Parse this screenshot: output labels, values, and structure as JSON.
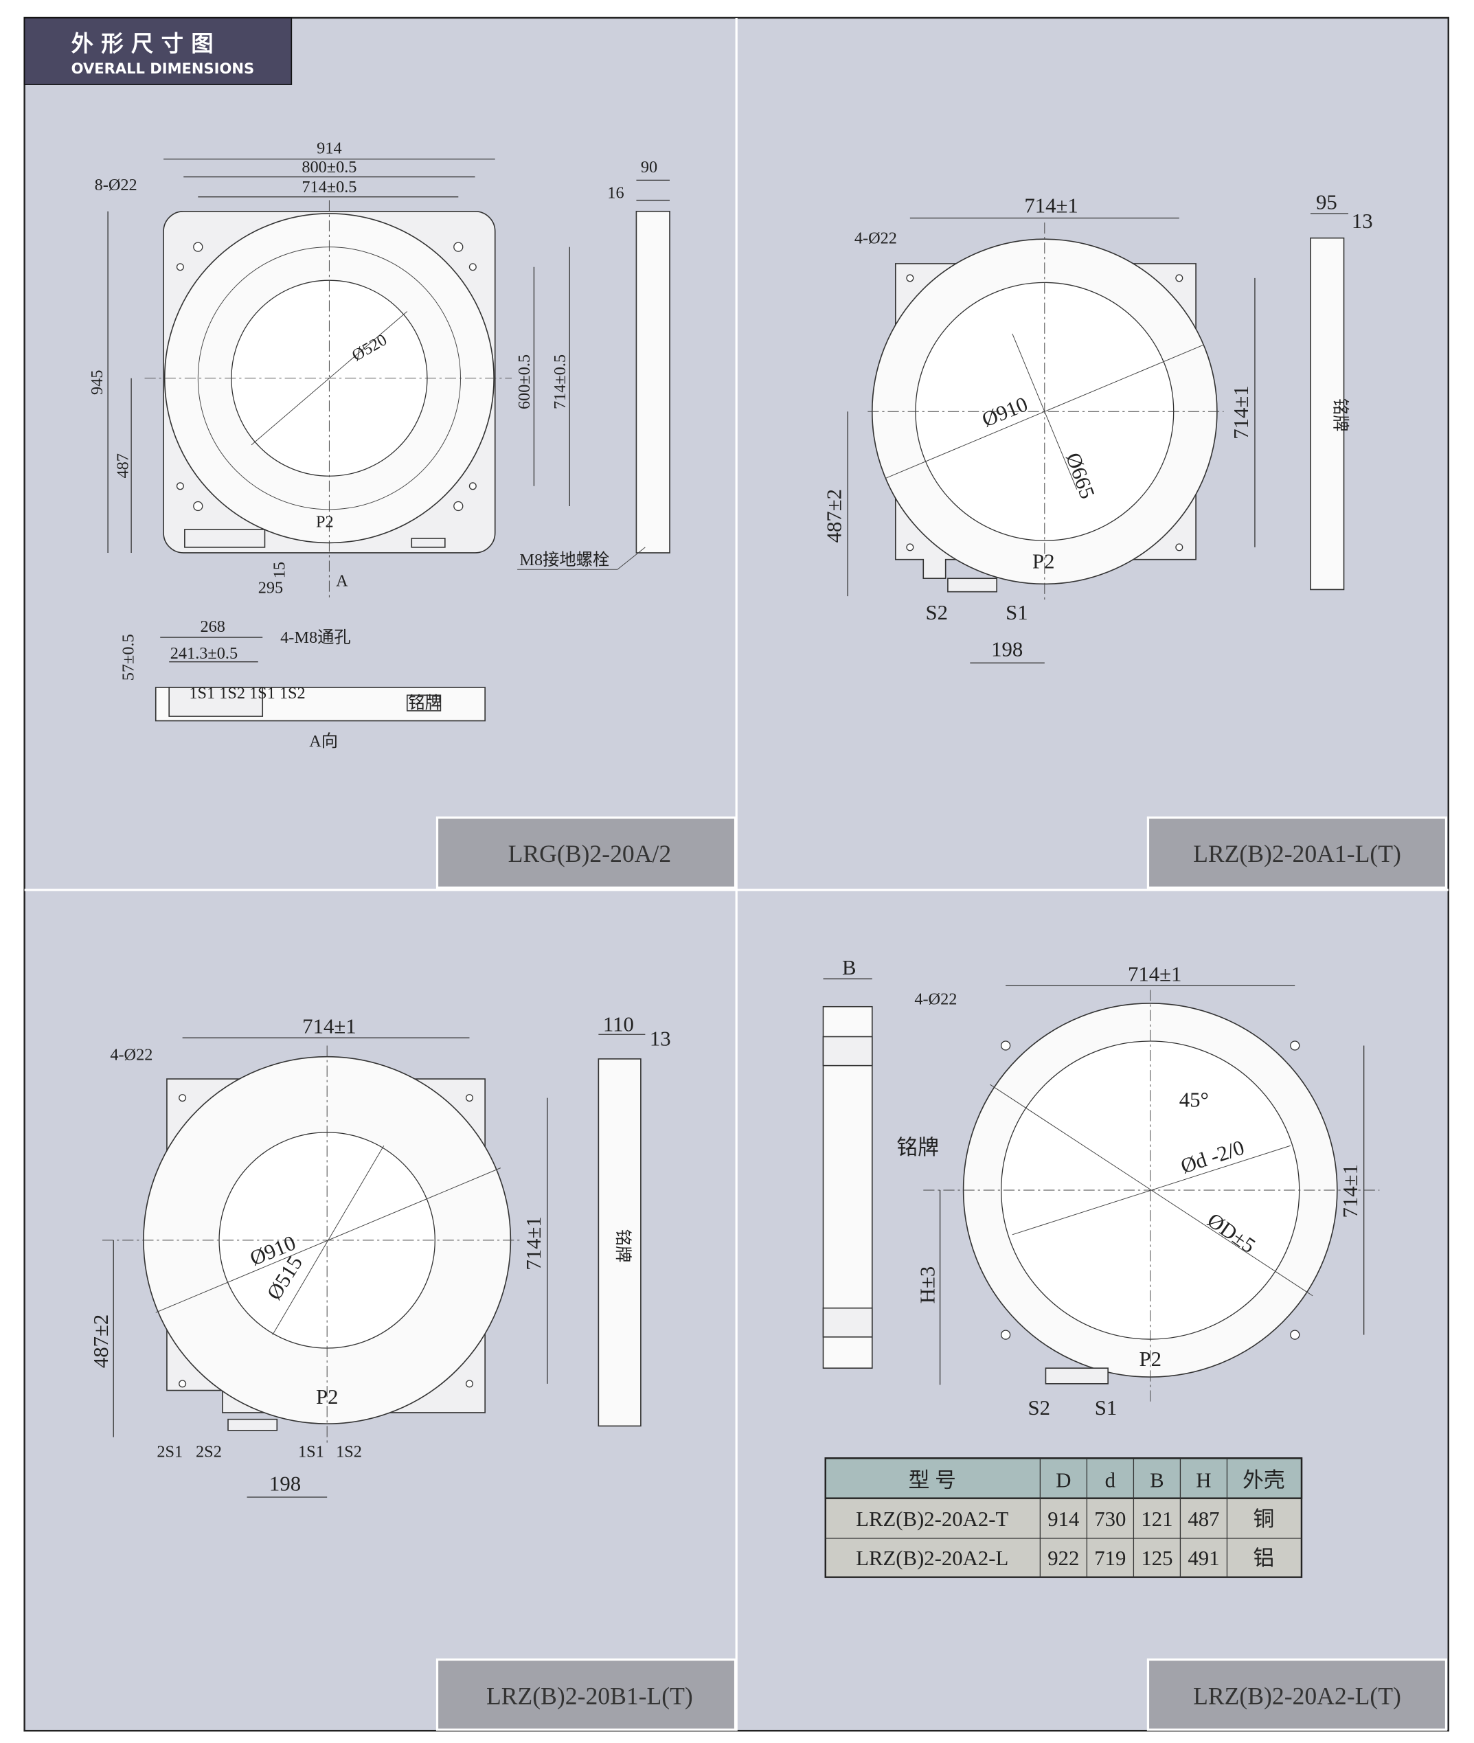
{
  "header": {
    "title_cn": "外 形 尺 寸 图",
    "title_en": "OVERALL DIMENSIONS"
  },
  "colors": {
    "background": "#cdd0dc",
    "header_bg": "#4a4862",
    "label_bg": "#a2a3aa",
    "table_header": "#a9bdbd",
    "table_row": "#ccccc6"
  },
  "panel1": {
    "model": "LRG(B)2-20A/2",
    "dims": {
      "w914": "914",
      "w800": "800±0.5",
      "w714": "714±0.5",
      "holes": "8-Ø22",
      "d90": "90",
      "d16": "16",
      "h945": "945",
      "h487": "487",
      "h600": "600±0.5",
      "h714": "714±0.5",
      "dia": "Ø520",
      "p2": "P2",
      "ground": "M8接地螺栓",
      "d15": "15",
      "d295": "295",
      "arrow_a": "A",
      "d268": "268",
      "d241": "241.3±0.5",
      "m8holes": "4-M8通孔",
      "d57": "57±0.5",
      "view_a": "A向",
      "nameplate": "铭牌",
      "terminals": "1S1 1S2 1S1 1S2"
    }
  },
  "panel2": {
    "model": "LRZ(B)2-20A1-L(T)",
    "dims": {
      "w714": "714±1",
      "holes": "4-Ø22",
      "d95": "95",
      "d13": "13",
      "dia_out": "Ø910",
      "dia_in": "Ø665",
      "h714": "714±1",
      "h487": "487±2",
      "p2": "P2",
      "s2": "S2",
      "s1": "S1",
      "d198": "198",
      "nameplate": "铭牌"
    }
  },
  "panel3": {
    "model": "LRZ(B)2-20B1-L(T)",
    "dims": {
      "w714": "714±1",
      "holes": "4-Ø22",
      "d110": "110",
      "d13": "13",
      "dia_out": "Ø910",
      "dia_in": "Ø515",
      "h714": "714±1",
      "h487": "487±2",
      "p2": "P2",
      "t2s1": "2S1",
      "t2s2": "2S2",
      "t1s1": "1S1",
      "t1s2": "1S2",
      "d198": "198",
      "nameplate": "铭牌"
    }
  },
  "panel4": {
    "model": "LRZ(B)2-20A2-L(T)",
    "dims": {
      "b": "B",
      "w714": "714±1",
      "holes": "4-Ø22",
      "angle": "45°",
      "dia_in": "Ød -2/0",
      "dia_out": "ØD±5",
      "h714": "714±1",
      "nameplate": "铭牌",
      "h": "H±3",
      "p2": "P2",
      "s2": "S2",
      "s1": "S1"
    },
    "table": {
      "headers": [
        "型 号",
        "D",
        "d",
        "B",
        "H",
        "外壳"
      ],
      "rows": [
        [
          "LRZ(B)2-20A2-T",
          "914",
          "730",
          "121",
          "487",
          "铜"
        ],
        [
          "LRZ(B)2-20A2-L",
          "922",
          "719",
          "125",
          "491",
          "铝"
        ]
      ]
    }
  }
}
